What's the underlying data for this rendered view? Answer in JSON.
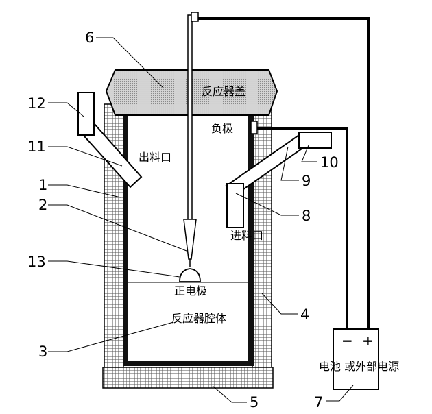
{
  "labels": {
    "reactor_lid": "反应器盖",
    "outlet": "出料口",
    "inlet": "进料口",
    "negative_electrode": "负极",
    "positive_electrode": "正电极",
    "reactor_chamber": "反应器腔体",
    "power_source": "电池 或外部电源",
    "minus_sign": "−",
    "plus_sign": "+"
  },
  "callouts": {
    "n1": "1",
    "n2": "2",
    "n3": "3",
    "n4": "4",
    "n5": "5",
    "n6": "6",
    "n7": "7",
    "n8": "8",
    "n9": "9",
    "n10": "10",
    "n11": "11",
    "n12": "12",
    "n13": "13"
  },
  "colors": {
    "wall_dark": "#111111",
    "lid_fill": "#c8c8c8",
    "insulation_fill": "#a0a0a0",
    "line": "#000000"
  }
}
